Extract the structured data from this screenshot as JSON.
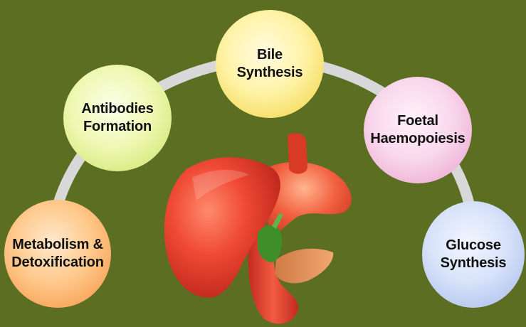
{
  "colors": {
    "background": "#5b6e22",
    "connector_arc": "#d8d8d8",
    "bile_fill": "#fff3a8",
    "antibodies_fill": "#eff8b4",
    "foetal_fill": "#f9d8ec",
    "metabolism_fill": "#ffc98c",
    "glucose_fill": "#d8e3fa",
    "liver": "#e8432f",
    "gallbladder": "#3e8f2a",
    "pancreas": "#e39255"
  },
  "center_image": "liver-illustration",
  "nodes": {
    "bile": {
      "label": "Bile\nSynthesis"
    },
    "antibodies": {
      "label": "Antibodies\nFormation"
    },
    "foetal": {
      "label": "Foetal\nHaemopoiesis"
    },
    "metabolism": {
      "label": "Metabolism &\nDetoxification"
    },
    "glucose": {
      "label": "Glucose\nSynthesis"
    }
  }
}
